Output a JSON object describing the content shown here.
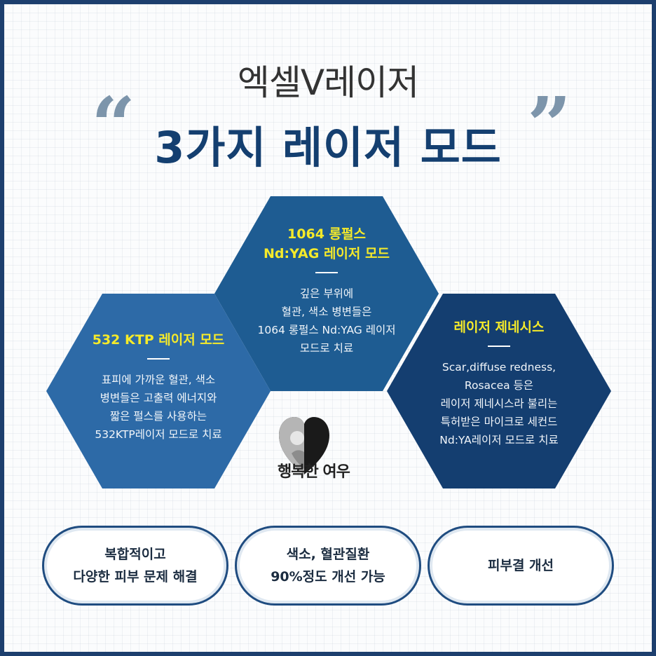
{
  "header": {
    "title": "엑셀V레이저",
    "subtitle": "3가지 레이저 모드",
    "open_quote": "“",
    "close_quote": "”"
  },
  "hexagons": [
    {
      "title": "1064 롱펄스\nNd:YAG 레이저 모드",
      "body": "깊은 부위에\n혈관, 색소 병변들은\n1064 롱펄스 Nd:YAG 레이저\n모드로 치료",
      "color": "#1e5c92"
    },
    {
      "title": "532 KTP 레이저 모드",
      "body": "표피에 가까운 혈관, 색소\n병변들은 고출력 에너지와\n짧은 펄스를 사용하는\n532KTP레이저 모드로 치료",
      "color": "#2d6aa7"
    },
    {
      "title": "레이저 제네시스",
      "body": "Scar,diffuse redness,\nRosacea 등은\n레이저 제네시스라 불리는\n특허받은 마이크로 세컨드\nNd:YA레이저 모드로 치료",
      "color": "#143e70"
    }
  ],
  "logo": {
    "text": "행복한 여우",
    "icon": "fox-heart-icon"
  },
  "benefits": [
    {
      "label": "복합적이고\n다양한 피부 문제 해결"
    },
    {
      "label": "색소, 혈관질환\n90%정도 개선 가능"
    },
    {
      "label": "피부결 개선"
    }
  ],
  "colors": {
    "title_blue": "#143f70",
    "highlight_yellow": "#f5ea2a",
    "frame": "#1d3f6e"
  }
}
